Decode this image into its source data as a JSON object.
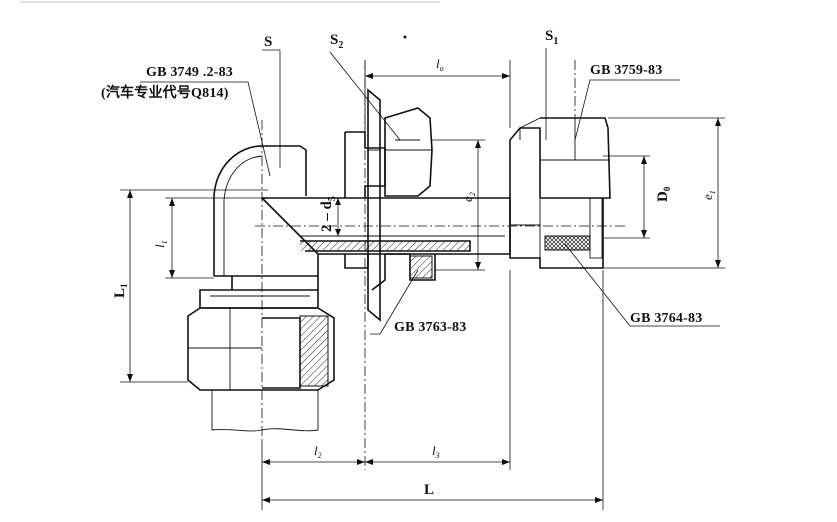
{
  "labels": {
    "s": "S",
    "s2_main": "S",
    "s2_sub": "2",
    "s1_main": "S",
    "s1_sub": "1",
    "std_3749": "GB 3749 .2-83",
    "auto_code": "(汽车专业代号Q814)",
    "std_3759": "GB 3759-83",
    "std_3763": "GB 3763-83",
    "std_3764": "GB 3764-83",
    "d5": "2 – d",
    "d5_sub": "5",
    "l0_main": "l",
    "l0_sub": "o",
    "l1_main": "l",
    "l1_sub": "1",
    "l2_main": "l",
    "l2_sub": "2",
    "l3_main": "l",
    "l3_sub": "3",
    "L1_main": "L",
    "L1_sub": "1",
    "L": "L",
    "e2_main": "e",
    "e2_sub": "2",
    "e1_main": "e",
    "e1_sub": "1",
    "D0_main": "D",
    "D0_sub": "0"
  },
  "colors": {
    "ink": "#111111",
    "paper": "#ffffff",
    "hatch": "#222222"
  }
}
